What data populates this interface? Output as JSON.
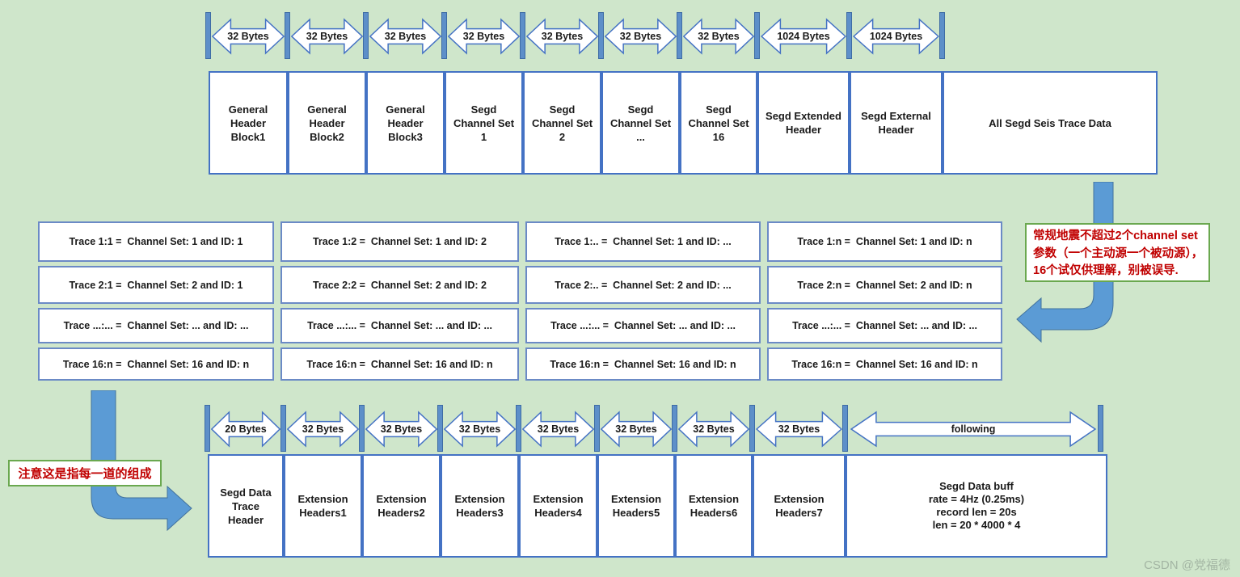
{
  "colors": {
    "background": "#cfe6cb",
    "boundary_bar_blue": "#5d8fc9",
    "arrow_outline_blue": "#4472c4",
    "header_box_border": "#4472c4",
    "trace_box_border": "#6b8ac6",
    "elbow_arrow_blue": "#5b9bd5",
    "annotation_border_green": "#6aa84f",
    "annotation_text_red": "#c00000",
    "watermark_gray": "#a3b5a3"
  },
  "top_arrows": {
    "labels": [
      "32 Bytes",
      "32 Bytes",
      "32 Bytes",
      "32 Bytes",
      "32 Bytes",
      "32 Bytes",
      "32 Bytes",
      "1024 Bytes",
      "1024 Bytes"
    ]
  },
  "header_row": {
    "blocks": [
      "General Header Block1",
      "General Header Block2",
      "General Header Block3",
      "Segd Channel Set 1",
      "Segd Channel Set 2",
      "Segd Channel Set ...",
      "Segd Channel Set 16",
      "Segd Extended Header",
      "Segd External Header",
      "All Segd Seis Trace Data"
    ]
  },
  "trace_grid": {
    "rows": [
      {
        "cells": [
          "Trace 1:1 =  Channel Set: 1 and ID: 1",
          "Trace 1:2 =  Channel Set: 1 and ID: 2",
          "Trace 1:.. =  Channel Set: 1 and ID: ...",
          "Trace 1:n =  Channel Set: 1 and ID: n"
        ]
      },
      {
        "cells": [
          "Trace 2:1 =  Channel Set: 2 and ID: 1",
          "Trace 2:2 =  Channel Set: 2 and ID: 2",
          "Trace 2:.. =  Channel Set: 2 and ID: ...",
          "Trace 2:n =  Channel Set: 2 and ID: n"
        ]
      },
      {
        "cells": [
          "Trace ...:... =  Channel Set: ... and ID: ...",
          "Trace ...:... =  Channel Set: ... and ID: ...",
          "Trace ...:... =  Channel Set: ... and ID: ...",
          "Trace ...:... =  Channel Set: ... and ID: ..."
        ]
      },
      {
        "cells": [
          "Trace 16:n =  Channel Set: 16 and ID: n",
          "Trace 16:n =  Channel Set: 16 and ID: n",
          "Trace 16:n =  Channel Set: 16 and ID: n",
          "Trace 16:n =  Channel Set: 16 and ID: n"
        ]
      }
    ]
  },
  "annotations": {
    "right": {
      "lines": [
        "常规地震不超过2个channel set",
        "参数（一个主动源一个被动源），",
        "16个试仅供理解，别被误导."
      ]
    },
    "left": {
      "text": "注意这是指每一道的组成"
    }
  },
  "bottom_arrows": {
    "labels": [
      "20 Bytes",
      "32 Bytes",
      "32 Bytes",
      "32 Bytes",
      "32 Bytes",
      "32 Bytes",
      "32 Bytes",
      "32 Bytes",
      "following"
    ]
  },
  "bottom_row": {
    "blocks": [
      "Segd Data Trace Header",
      "Extension Headers1",
      "Extension Headers2",
      "Extension Headers3",
      "Extension Headers4",
      "Extension Headers5",
      "Extension Headers6",
      "Extension Headers7"
    ],
    "buff_lines": [
      "Segd Data buff",
      "rate = 4Hz (0.25ms)",
      "record len = 20s",
      "len = 20 * 4000 * 4"
    ]
  },
  "watermark": "CSDN @党福德"
}
